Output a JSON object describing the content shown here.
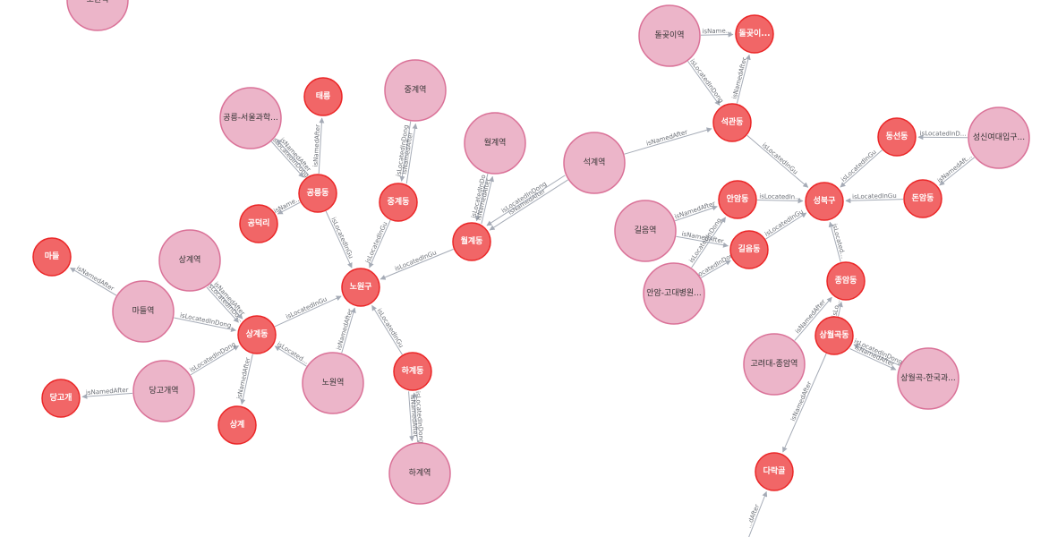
{
  "colors": {
    "station_fill": "#ecb5c9",
    "station_stroke": "#da7298",
    "dong_fill": "#f16667",
    "dong_stroke": "#eb2728",
    "edge": "#a5abb6"
  },
  "nodes": [
    {
      "id": "top-left-partial",
      "type": "station",
      "label": "노원역"
    },
    {
      "id": "dolgoji-station",
      "type": "station",
      "label": "돌곶이역"
    },
    {
      "id": "dolgoji",
      "type": "dong",
      "label": "돌곶이..."
    },
    {
      "id": "seokgwan",
      "type": "dong",
      "label": "석관동"
    },
    {
      "id": "taereung",
      "type": "dong",
      "label": "태릉"
    },
    {
      "id": "junggye-station",
      "type": "station",
      "label": "중계역"
    },
    {
      "id": "gongneung-station",
      "type": "station",
      "label": "공릉-서울과학..."
    },
    {
      "id": "gongneung",
      "type": "dong",
      "label": "공릉동"
    },
    {
      "id": "gongdeok",
      "type": "dong",
      "label": "공덕리"
    },
    {
      "id": "junggye",
      "type": "dong",
      "label": "중계동"
    },
    {
      "id": "wolgye-station",
      "type": "station",
      "label": "월계역"
    },
    {
      "id": "seokgye-station",
      "type": "station",
      "label": "석계역"
    },
    {
      "id": "wolgye",
      "type": "dong",
      "label": "월계동"
    },
    {
      "id": "dongseon",
      "type": "dong",
      "label": "동선동"
    },
    {
      "id": "sungshin-station",
      "type": "station",
      "label": "성신여대입구..."
    },
    {
      "id": "seongbuk",
      "type": "dong",
      "label": "성북구"
    },
    {
      "id": "donam",
      "type": "dong",
      "label": "돈암동"
    },
    {
      "id": "anam",
      "type": "dong",
      "label": "안암동"
    },
    {
      "id": "gileum-station",
      "type": "station",
      "label": "길음역"
    },
    {
      "id": "gileum",
      "type": "dong",
      "label": "길음동"
    },
    {
      "id": "anam-station",
      "type": "station",
      "label": "안암-고대병원..."
    },
    {
      "id": "majeul",
      "type": "dong",
      "label": "마들"
    },
    {
      "id": "sanggye-station",
      "type": "station",
      "label": "상계역"
    },
    {
      "id": "madeul-station",
      "type": "station",
      "label": "마들역"
    },
    {
      "id": "nowon",
      "type": "dong",
      "label": "노원구"
    },
    {
      "id": "sanggye",
      "type": "dong",
      "label": "상계동"
    },
    {
      "id": "jongam",
      "type": "dong",
      "label": "종암동"
    },
    {
      "id": "danggogae",
      "type": "dong",
      "label": "당고개"
    },
    {
      "id": "danggogae-station",
      "type": "station",
      "label": "당고개역"
    },
    {
      "id": "nowon-station",
      "type": "station",
      "label": "노원역"
    },
    {
      "id": "hagye",
      "type": "dong",
      "label": "하계동"
    },
    {
      "id": "sanggye-small",
      "type": "dong",
      "label": "상계"
    },
    {
      "id": "korea-univ-station",
      "type": "station",
      "label": "고려대-종암역"
    },
    {
      "id": "sangwolgok",
      "type": "dong",
      "label": "상월곡동"
    },
    {
      "id": "sangwolgok-station",
      "type": "station",
      "label": "상월곡-한국과..."
    },
    {
      "id": "hagye-station",
      "type": "station",
      "label": "하계역"
    },
    {
      "id": "darakgol",
      "type": "dong",
      "label": "다락골"
    }
  ],
  "edges": [
    {
      "from": "dolgoji-station",
      "to": "dolgoji",
      "label": "isName..."
    },
    {
      "from": "dolgoji-station",
      "to": "seokgwan",
      "label": "isLocatedInDong"
    },
    {
      "from": "seokgwan",
      "to": "dolgoji",
      "label": "isNamedAfter"
    },
    {
      "from": "seokgwan",
      "to": "seongbuk",
      "label": "isLocatedInGu"
    },
    {
      "from": "seokgye-station",
      "to": "seokgwan",
      "label": "isNamedAfter"
    },
    {
      "from": "seokgye-station",
      "to": "wolgye",
      "label": "isNamedAfter"
    },
    {
      "from": "seokgye-station",
      "to": "wolgye",
      "label": "isLocatedInDong"
    },
    {
      "from": "wolgye-station",
      "to": "wolgye",
      "label": "isLocatedInDo"
    },
    {
      "from": "wolgye",
      "to": "wolgye-station",
      "label": "isNamedAfter"
    },
    {
      "from": "wolgye",
      "to": "nowon",
      "label": "isLocatedInGu"
    },
    {
      "from": "junggye-station",
      "to": "junggye",
      "label": "isLocatedInDong"
    },
    {
      "from": "junggye",
      "to": "junggye-station",
      "label": "isNamedAfter"
    },
    {
      "from": "junggye",
      "to": "nowon",
      "label": "isLocatedInGu"
    },
    {
      "from": "gongneung-station",
      "to": "gongneung",
      "label": "isLocatedInDong"
    },
    {
      "from": "gongneung",
      "to": "gongneung-station",
      "label": "isNamedAfter"
    },
    {
      "from": "gongneung",
      "to": "taereung",
      "label": "isNamedAfter"
    },
    {
      "from": "gongneung",
      "to": "gongdeok",
      "label": "isName..."
    },
    {
      "from": "gongneung",
      "to": "nowon",
      "label": "isLocatedInGu"
    },
    {
      "from": "sungshin-station",
      "to": "dongseon",
      "label": "isLocatedInD..."
    },
    {
      "from": "sungshin-station",
      "to": "donam",
      "label": "isNamedAft..."
    },
    {
      "from": "dongseon",
      "to": "seongbuk",
      "label": "isLocatedInGu"
    },
    {
      "from": "donam",
      "to": "seongbuk",
      "label": "isLocatedInGu"
    },
    {
      "from": "anam",
      "to": "seongbuk",
      "label": "isLocatedIn..."
    },
    {
      "from": "gileum-station",
      "to": "gileum",
      "label": "isNamedAfter"
    },
    {
      "from": "gileum-station",
      "to": "anam",
      "label": "isNamedAfter"
    },
    {
      "from": "anam-station",
      "to": "anam",
      "label": "isLocatedInDong"
    },
    {
      "from": "anam-station",
      "to": "gileum",
      "label": "isLocatedInDong"
    },
    {
      "from": "gileum",
      "to": "seongbuk",
      "label": "isLocatedInGu"
    },
    {
      "from": "jongam",
      "to": "seongbuk",
      "label": "isLocated..."
    },
    {
      "from": "sangwolgok",
      "to": "jongam",
      "label": "isLo..."
    },
    {
      "from": "korea-univ-station",
      "to": "jongam",
      "label": "isNamedAfter"
    },
    {
      "from": "sangwolgok-station",
      "to": "sangwolgok",
      "label": "isLocatedInDong"
    },
    {
      "from": "sangwolgok",
      "to": "sangwolgok-station",
      "label": "isNamedAfter"
    },
    {
      "from": "sangwolgok",
      "to": "darakgol",
      "label": "isNamedAfter"
    },
    {
      "from": "sanggye-station",
      "to": "sanggye",
      "label": "isNamedAfter"
    },
    {
      "from": "sanggye-station",
      "to": "sanggye",
      "label": "isLocatedInDo..."
    },
    {
      "from": "madeul-station",
      "to": "majeul",
      "label": "isNamedAfter"
    },
    {
      "from": "madeul-station",
      "to": "sanggye",
      "label": "isLocatedInDong"
    },
    {
      "from": "sanggye",
      "to": "nowon",
      "label": "isLocatedInGu"
    },
    {
      "from": "danggogae-station",
      "to": "danggogae",
      "label": "isNamedAfter"
    },
    {
      "from": "danggogae-station",
      "to": "sanggye",
      "label": "isLocatedInDong"
    },
    {
      "from": "sanggye",
      "to": "sanggye-small",
      "label": "isNamedAfter"
    },
    {
      "from": "nowon-station",
      "to": "sanggye",
      "label": "isLocated..."
    },
    {
      "from": "nowon-station",
      "to": "nowon",
      "label": "isNamedAfter"
    },
    {
      "from": "hagye",
      "to": "nowon",
      "label": "isLocatedInGu"
    },
    {
      "from": "hagye-station",
      "to": "hagye",
      "label": "isLocatedInDong"
    },
    {
      "from": "hagye",
      "to": "hagye-station",
      "label": "isNamedAfter"
    },
    {
      "from": "bottom-partial",
      "to": "darakgol",
      "label": "...dAfter"
    }
  ]
}
